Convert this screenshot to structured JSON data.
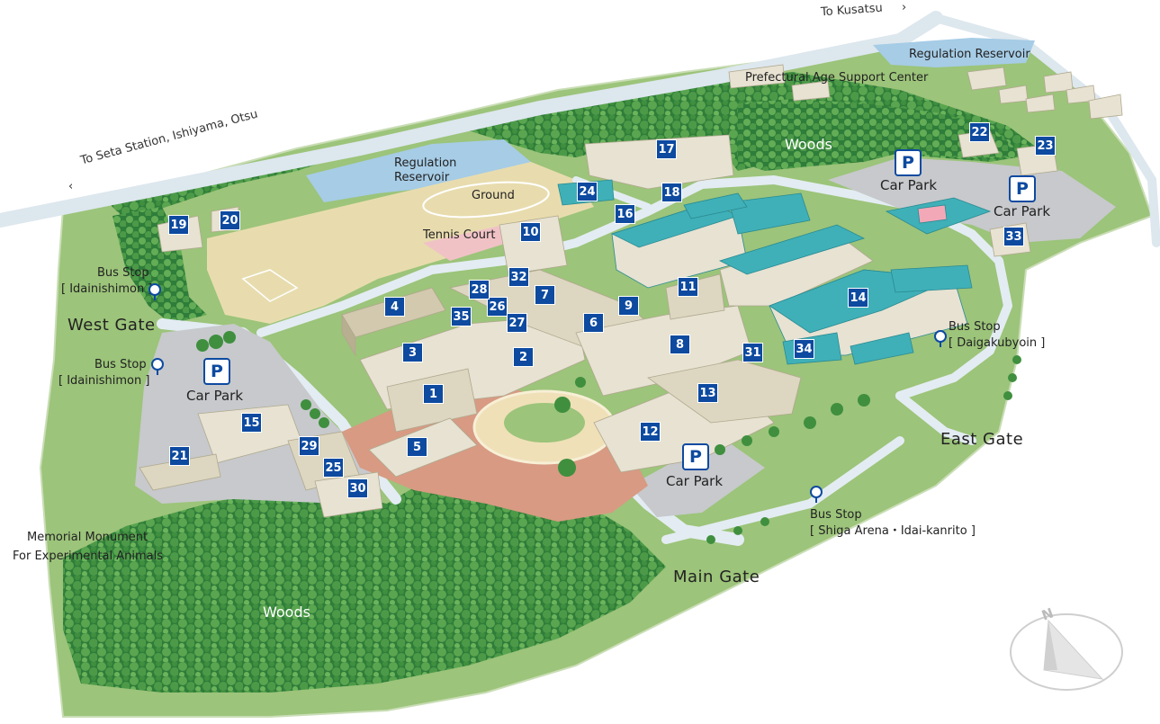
{
  "map": {
    "roads": {
      "to_kusatsu": "To Kusatsu",
      "to_seta": "To Seta Station, Ishiyama, Otsu"
    },
    "gates": {
      "west": "West Gate",
      "east": "East Gate",
      "main": "Main Gate"
    },
    "areas": {
      "woods_north": "Woods",
      "woods_south": "Woods",
      "ground": "Ground",
      "tennis_court": "Tennis Court",
      "reservoir_west_line1": "Regulation",
      "reservoir_west_line2": "Reservoir",
      "reservoir_east": "Regulation Reservoir",
      "prefectural": "Prefectural Age Support Center",
      "memorial_line1": "Memorial Monument",
      "memorial_line2": "For Experimental Animals"
    },
    "car_parks": {
      "label": "Car Park",
      "icon_letter": "P"
    },
    "bus_stops": {
      "heading": "Bus Stop",
      "idainishimon_1": "[ Idainishimon ]",
      "idainishimon_2": "[ Idainishimon ]",
      "daigakubyoin": "[ Daigakubyoin ]",
      "shiga_arena": "[ Shiga Arena・Idai-kanrito ]"
    },
    "compass": "N",
    "buildings": [
      "1",
      "2",
      "3",
      "4",
      "5",
      "6",
      "7",
      "8",
      "9",
      "10",
      "11",
      "12",
      "13",
      "14",
      "15",
      "16",
      "17",
      "18",
      "19",
      "20",
      "21",
      "22",
      "23",
      "24",
      "25",
      "26",
      "27",
      "28",
      "29",
      "30",
      "31",
      "32",
      "33",
      "34",
      "35"
    ]
  },
  "colors": {
    "grass": "#9cc47a",
    "woods": "#3f8f3f",
    "road": "#e3ecf2",
    "water": "#a6cce6",
    "ground": "#e8dcae",
    "building": "#e7e2d2",
    "hospital_roof": "#3fb0b8",
    "badge": "#0d4aa0",
    "plaza": "#d89a83"
  }
}
